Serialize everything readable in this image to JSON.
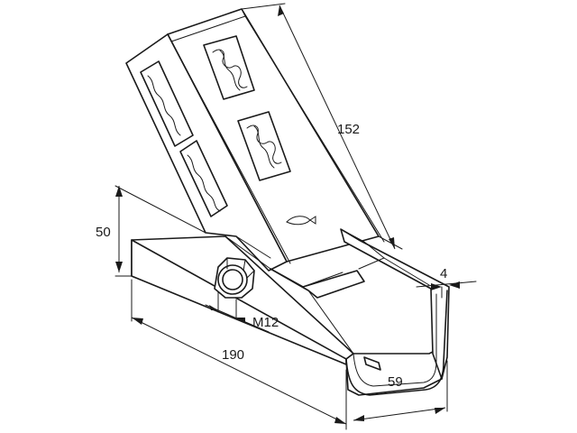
{
  "dimensions": {
    "length_152": "152",
    "height_50": "50",
    "thickness_4": "4",
    "bolt_m12": "M12",
    "length_190": "190",
    "width_59": "59"
  }
}
